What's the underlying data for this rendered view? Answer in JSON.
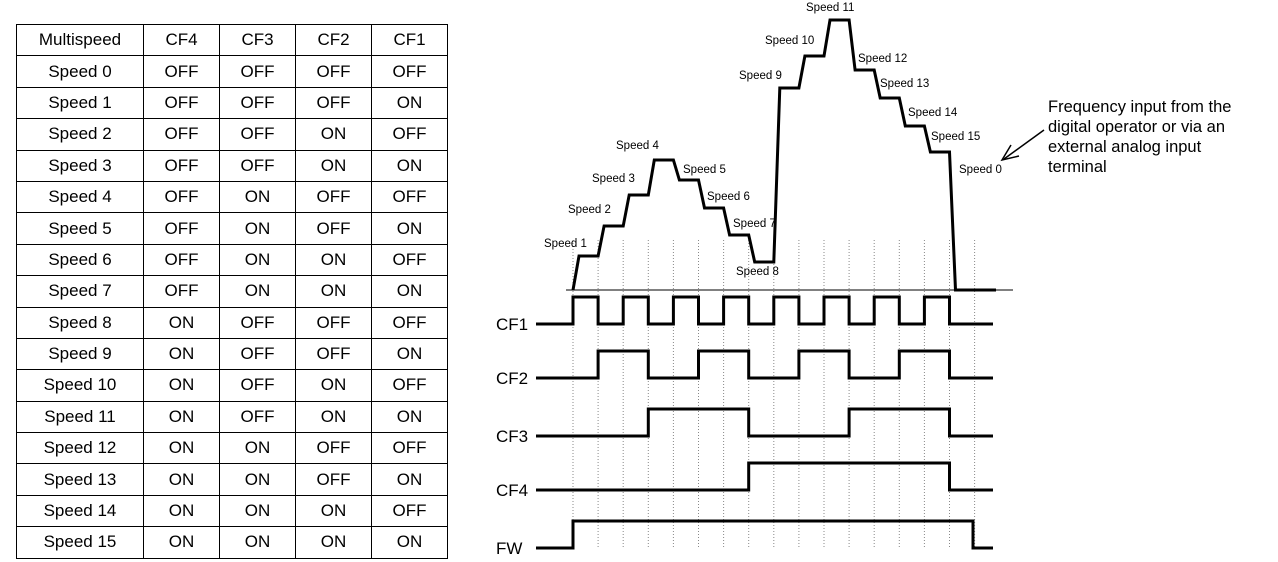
{
  "table": {
    "headers": [
      "Multispeed",
      "CF4",
      "CF3",
      "CF2",
      "CF1"
    ],
    "rows": [
      [
        "Speed 0",
        "OFF",
        "OFF",
        "OFF",
        "OFF"
      ],
      [
        "Speed 1",
        "OFF",
        "OFF",
        "OFF",
        "ON"
      ],
      [
        "Speed 2",
        "OFF",
        "OFF",
        "ON",
        "OFF"
      ],
      [
        "Speed 3",
        "OFF",
        "OFF",
        "ON",
        "ON"
      ],
      [
        "Speed 4",
        "OFF",
        "ON",
        "OFF",
        "OFF"
      ],
      [
        "Speed 5",
        "OFF",
        "ON",
        "OFF",
        "ON"
      ],
      [
        "Speed 6",
        "OFF",
        "ON",
        "ON",
        "OFF"
      ],
      [
        "Speed 7",
        "OFF",
        "ON",
        "ON",
        "ON"
      ],
      [
        "Speed 8",
        "ON",
        "OFF",
        "OFF",
        "OFF"
      ],
      [
        "Speed 9",
        "ON",
        "OFF",
        "OFF",
        "ON"
      ],
      [
        "Speed 10",
        "ON",
        "OFF",
        "ON",
        "OFF"
      ],
      [
        "Speed 11",
        "ON",
        "OFF",
        "ON",
        "ON"
      ],
      [
        "Speed 12",
        "ON",
        "ON",
        "OFF",
        "OFF"
      ],
      [
        "Speed 13",
        "ON",
        "ON",
        "OFF",
        "ON"
      ],
      [
        "Speed 14",
        "ON",
        "ON",
        "ON",
        "OFF"
      ],
      [
        "Speed 15",
        "ON",
        "ON",
        "ON",
        "ON"
      ]
    ]
  },
  "diagram": {
    "speed_labels": [
      "Speed 1",
      "Speed 2",
      "Speed 3",
      "Speed 4",
      "Speed 5",
      "Speed 6",
      "Speed 7",
      "Speed 8",
      "Speed 9",
      "Speed 10",
      "Speed 11",
      "Speed 12",
      "Speed 13",
      "Speed 14",
      "Speed 15",
      "Speed 0"
    ],
    "signal_labels": [
      "CF1",
      "CF2",
      "CF3",
      "CF4",
      "FW"
    ],
    "note_lines": [
      "Frequency input from the",
      "digital operator or via an",
      "external analog input",
      "terminal"
    ]
  }
}
